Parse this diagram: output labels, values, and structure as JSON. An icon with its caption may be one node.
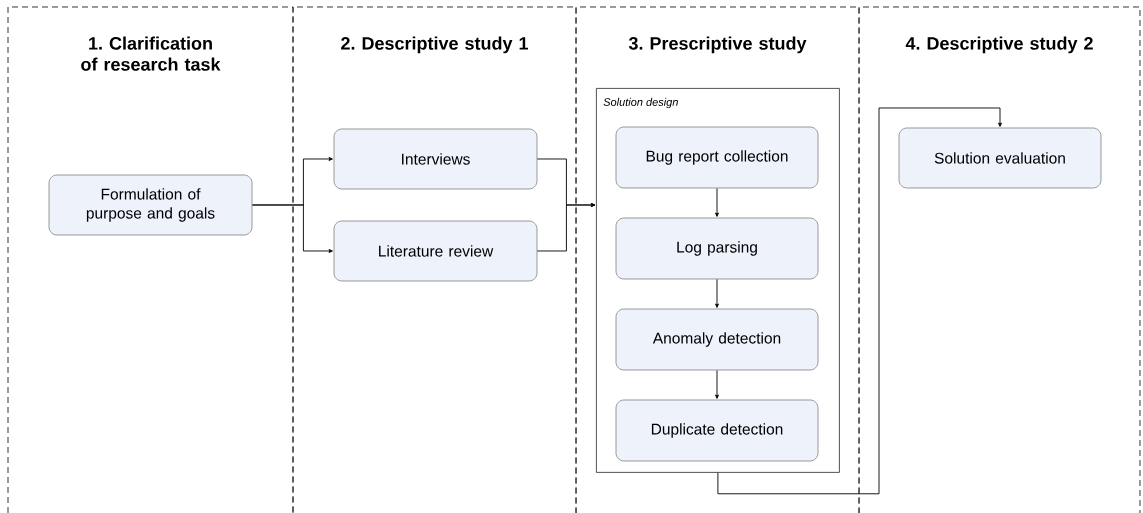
{
  "diagram": {
    "nodes": [
      {
        "text": [
          "1. Clarification of research task"
        ]
      },
      {
        "text": [
          "Formulation of purpose and goals"
        ],
        "in": 0
      },
      {
        "text": [
          "2. Descriptive study 1"
        ]
      },
      {
        "text": [
          "Interviews"
        ],
        "in": 2
      },
      {
        "text": [
          "Literature review"
        ],
        "in": 2
      },
      {
        "text": [
          "3. Prescriptive study"
        ]
      },
      {
        "text": [
          "Solution design"
        ],
        "in": 5
      },
      {
        "text": [
          "Bug report collection"
        ],
        "in": 6
      },
      {
        "text": [
          "Log parsing"
        ],
        "in": 6
      },
      {
        "text": [
          "Anomaly detection"
        ],
        "in": 6
      },
      {
        "text": [
          "Duplicate detection"
        ],
        "in": 6
      },
      {
        "text": [
          "4. Descriptive study 2"
        ]
      },
      {
        "text": [
          "Solution evaluation"
        ],
        "in": 11
      }
    ],
    "edges": [
      {
        "from": 1,
        "to": 3,
        "arrow": "to"
      },
      {
        "from": 1,
        "to": 4,
        "arrow": "to"
      },
      {
        "from": 3,
        "to": 6,
        "arrow": "to"
      },
      {
        "from": 4,
        "to": 6,
        "arrow": "to"
      },
      {
        "from": 7,
        "to": 8,
        "arrow": "to"
      },
      {
        "from": 8,
        "to": 9,
        "arrow": "to"
      },
      {
        "from": 9,
        "to": 10,
        "arrow": "to"
      },
      {
        "from": 6,
        "to": 12,
        "arrow": "to"
      }
    ]
  }
}
